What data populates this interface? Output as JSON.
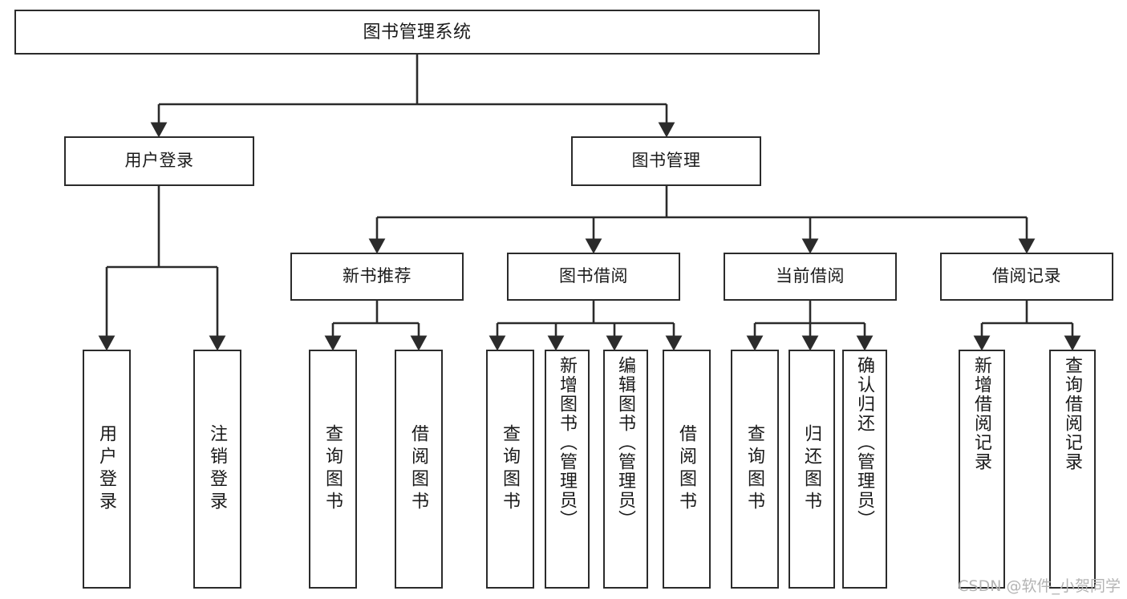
{
  "diagram": {
    "title": "图书管理系统",
    "type": "functional-structure-tree",
    "root": {
      "label": "图书管理系统"
    },
    "level2": [
      {
        "label": "用户登录"
      },
      {
        "label": "图书管理"
      }
    ],
    "level3": [
      {
        "label": "新书推荐"
      },
      {
        "label": "图书借阅"
      },
      {
        "label": "当前借阅"
      },
      {
        "label": "借阅记录"
      }
    ],
    "leaves": {
      "user_login": [
        {
          "label": "用户登录"
        },
        {
          "label": "注销登录"
        }
      ],
      "new_book_recommend": [
        {
          "label": "查询图书"
        },
        {
          "label": "借阅图书"
        }
      ],
      "book_borrow": [
        {
          "label": "查询图书"
        },
        {
          "label": "新增图书（管理员）"
        },
        {
          "label": "编辑图书（管理员）"
        },
        {
          "label": "借阅图书"
        }
      ],
      "current_borrow": [
        {
          "label": "查询图书"
        },
        {
          "label": "归还图书"
        },
        {
          "label": "确认归还（管理员）"
        }
      ],
      "borrow_record": [
        {
          "label": "新增借阅记录"
        },
        {
          "label": "查询借阅记录"
        }
      ]
    }
  },
  "watermark": {
    "text": "CSDN @软件_小贺同学"
  },
  "colors": {
    "stroke": "#2b2b2b",
    "background": "#ffffff",
    "text": "#1a1a1a",
    "watermark": "#b4b4b4"
  }
}
